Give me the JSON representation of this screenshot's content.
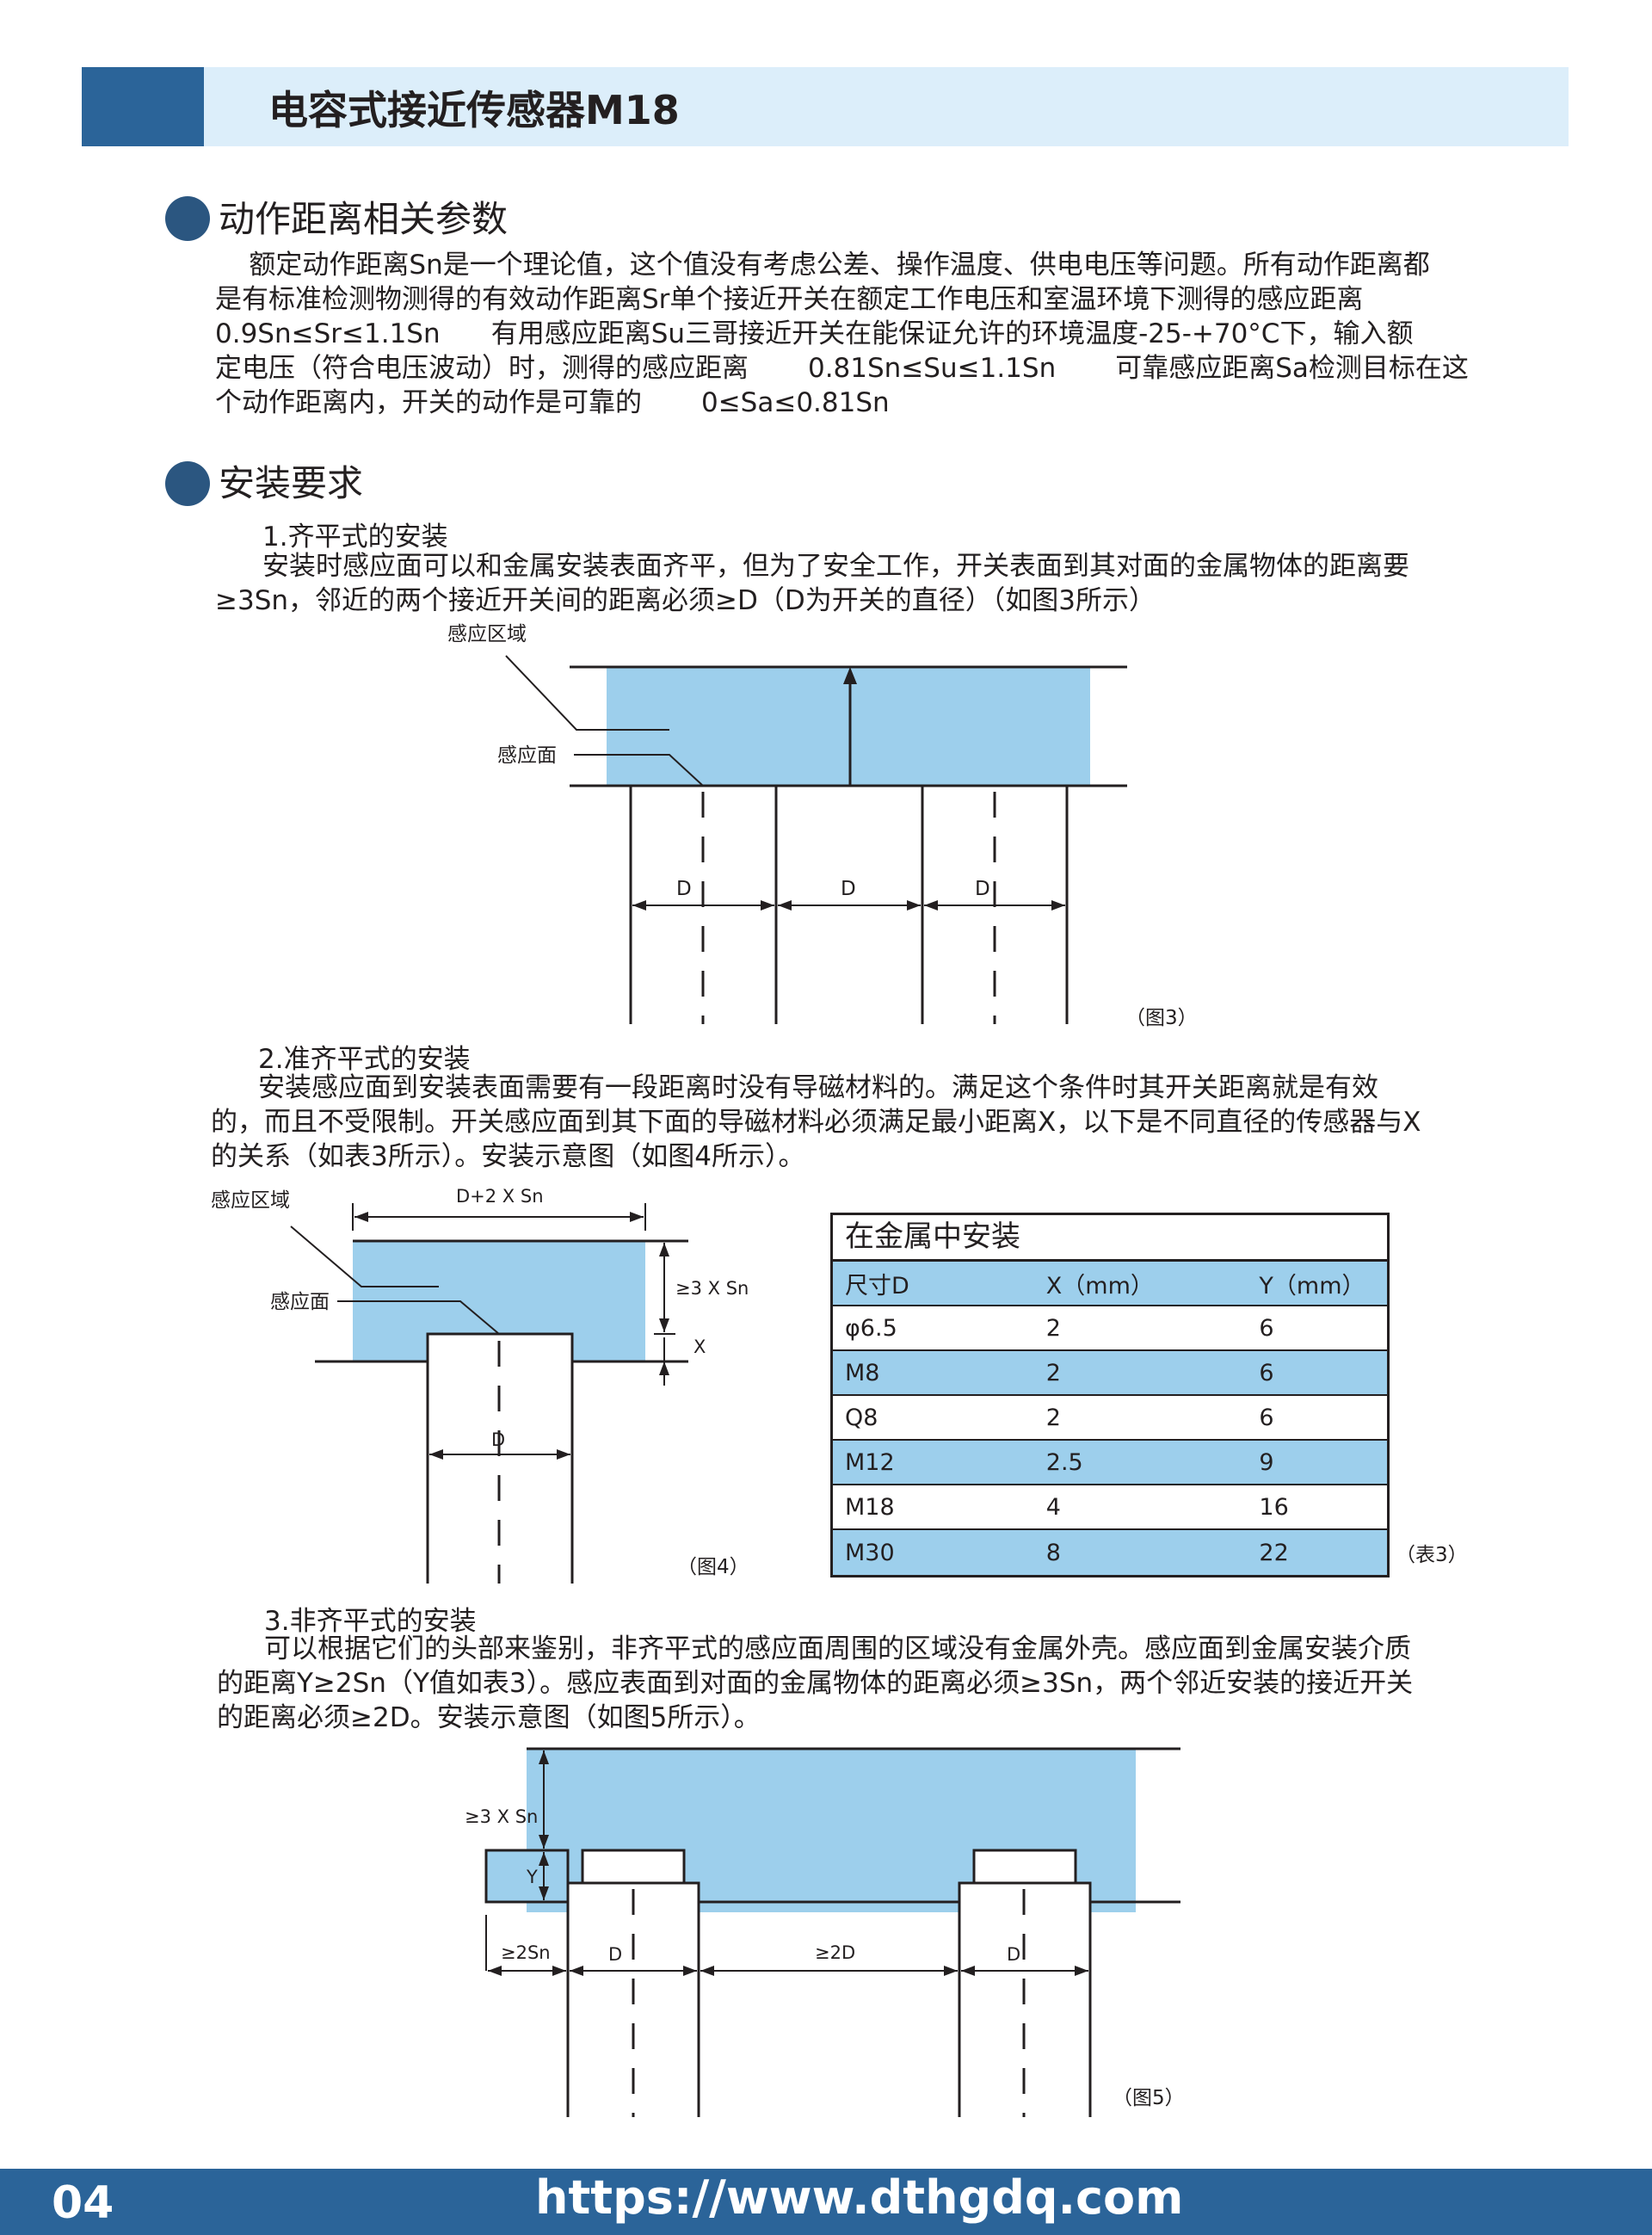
{
  "header": {
    "title": "电容式接近传感器M18"
  },
  "section1": {
    "title": "动作距离相关参数",
    "lines": [
      "    额定动作距离Sn是一个理论值，这个值没有考虑公差、操作温度、供电电压等问题。所有动作距离都",
      "是有标准检测物测得的有效动作距离Sr单个接近开关在额定工作电压和室温环境下测得的感应距离",
      "0.9Sn≤Sr≤1.1Sn      有用感应距离Su三哥接近开关在能保证允许的环境温度-25-+70°C下，输入额",
      "定电压（符合电压波动）时，测得的感应距离       0.81Sn≤Su≤1.1Sn       可靠感应距离Sa检测目标在这",
      "个动作距离内，开关的动作是可靠的       0≤Sa≤0.81Sn"
    ]
  },
  "section2": {
    "title": "安装要求",
    "sub1": {
      "title": "1.齐平式的安装",
      "lines": [
        "安装时感应面可以和金属安装表面齐平，但为了安全工作，开关表面到其对面的金属物体的距离要",
        "≥3Sn，邻近的两个接近开关间的距离必须≥D（D为开关的直径）（如图3所示）"
      ]
    },
    "fig3": {
      "label_area": "感应区域",
      "label_face": "感应面",
      "d1": "D",
      "d2": "D",
      "d3": "D",
      "caption": "（图3）"
    },
    "sub2": {
      "title": "2.准齐平式的安装",
      "lines": [
        "安装感应面到安装表面需要有一段距离时没有导磁材料的。满足这个条件时其开关距离就是有效",
        "的，而且不受限制。开关感应面到其下面的导磁材料必须满足最小距离X，以下是不同直径的传感器与X",
        "的关系（如表3所示）。安装示意图（如图4所示）。"
      ]
    },
    "fig4": {
      "label_area": "感应区域",
      "label_face": "感应面",
      "width": "D+2 X Sn",
      "height": "≥3 X Sn",
      "x": "X",
      "d": "D",
      "caption": "（图4）"
    },
    "table3": {
      "title": "在金属中安装",
      "headers": [
        "尺寸D",
        "X（mm）",
        "Y（mm）"
      ],
      "rows": [
        [
          "φ6.5",
          "2",
          "6"
        ],
        [
          "M8",
          "2",
          "6"
        ],
        [
          "Q8",
          "2",
          "6"
        ],
        [
          "M12",
          "2.5",
          "9"
        ],
        [
          "M18",
          "4",
          "16"
        ],
        [
          "M30",
          "8",
          "22"
        ]
      ],
      "caption": "（表3）"
    },
    "sub3": {
      "title": "3.非齐平式的安装",
      "lines": [
        "可以根据它们的头部来鉴别，非齐平式的感应面周围的区域没有金属外壳。感应面到金属安装介质",
        "的距离Y≥2Sn（Y值如表3）。感应表面到对面的金属物体的距离必须≥3Sn，两个邻近安装的接近开关",
        "的距离必须≥2D。安装示意图（如图5所示）。"
      ]
    },
    "fig5": {
      "height": "≥3 X Sn",
      "y": "Y",
      "gap_left": "≥2Sn",
      "d1": "D",
      "gap_mid": "≥2D",
      "d2": "D",
      "caption": "（图5）"
    }
  },
  "footer": {
    "page": "04",
    "url": "https://www.dthgdq.com"
  }
}
